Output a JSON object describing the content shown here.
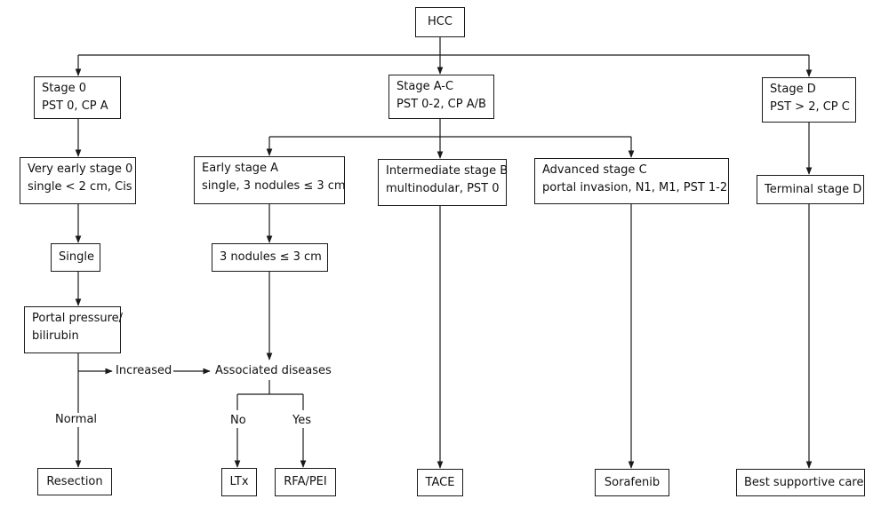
{
  "nodes": {
    "hcc": "HCC",
    "stage_0": [
      "Stage 0",
      "PST 0, CP A"
    ],
    "stage_ac": [
      "Stage A-C",
      "PST 0-2, CP A/B"
    ],
    "stage_d": [
      "Stage D",
      "PST > 2, CP C"
    ],
    "very_early": [
      "Very early stage 0",
      "single < 2 cm, Cis"
    ],
    "early_a": [
      "Early stage A",
      "single, 3 nodules ≤ 3 cm"
    ],
    "intermediate_b": [
      "Intermediate stage B",
      "multinodular, PST 0"
    ],
    "advanced_c": [
      "Advanced stage C",
      "portal invasion, N1, M1, PST 1-2"
    ],
    "terminal_d": "Terminal stage D",
    "single": "Single",
    "three_nodules": "3 nodules ≤ 3 cm",
    "portal_pressure": [
      "Portal pressure/",
      "bilirubin"
    ],
    "resection": "Resection",
    "ltx": "LTx",
    "rfa_pei": "RFA/PEI",
    "tace": "TACE",
    "sorafenib": "Sorafenib",
    "best_supportive_care": "Best supportive care"
  },
  "labels": {
    "increased": "Increased",
    "associated_diseases": "Associated diseases",
    "normal": "Normal",
    "no": "No",
    "yes": "Yes"
  }
}
